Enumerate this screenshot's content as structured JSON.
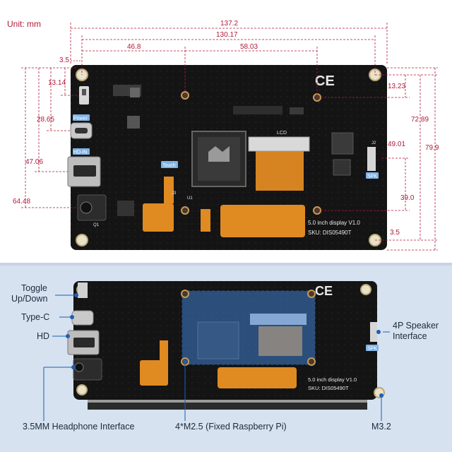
{
  "top_panel": {
    "unit_label": "Unit: mm",
    "dimensions": {
      "total_width": "137.2",
      "hole_span": "130.17",
      "left_offset": "3.5",
      "to_left_post": "46.8",
      "post_span": "58.03",
      "left_top": "13.14",
      "left_mid": "28.65",
      "left_lower": "47.06",
      "left_bottom": "64.48",
      "right_top": "13.23",
      "right_mid": "49.01",
      "right_lower": "39.0",
      "right_outer": "72.89",
      "right_total": "79.9",
      "right_bottom_offset": "3.5"
    },
    "silkscreen": {
      "ce_mark": "CE",
      "lcd": "LCD",
      "touch": "Touch",
      "power": "Power",
      "hdmi_in": "HD-IN",
      "spk": "SPK",
      "display_label": "5.0 inch display  V1.0",
      "sku": "SKU:  DIS05490T",
      "u1": "U1",
      "j2": "J2",
      "j3": "J3",
      "q1": "Q1"
    }
  },
  "bottom_panel": {
    "callouts": {
      "toggle": "Toggle\nUp/Down",
      "toggle_line1": "Toggle",
      "toggle_line2": "Up/Down",
      "type_c": "Type-C",
      "hd": "HD",
      "speaker_line1": "4P Speaker",
      "speaker_line2": "Interface",
      "headphone": "3.5MM Headphone Interface",
      "m25": "4*M2.5 (Fixed Raspberry Pi)",
      "m32": "M3.2"
    },
    "silkscreen": {
      "ce_mark": "CE",
      "display_label": "5.0 inch display  V1.0",
      "sku": "SKU:  DIS05490T",
      "spk": "SPK"
    }
  },
  "colors": {
    "dimension": "#b0193a",
    "callout_line": "#1f5fb0",
    "pcb": "#1a1a1a",
    "fpc": "#e08a22",
    "highlight": "#3f7fd0"
  }
}
